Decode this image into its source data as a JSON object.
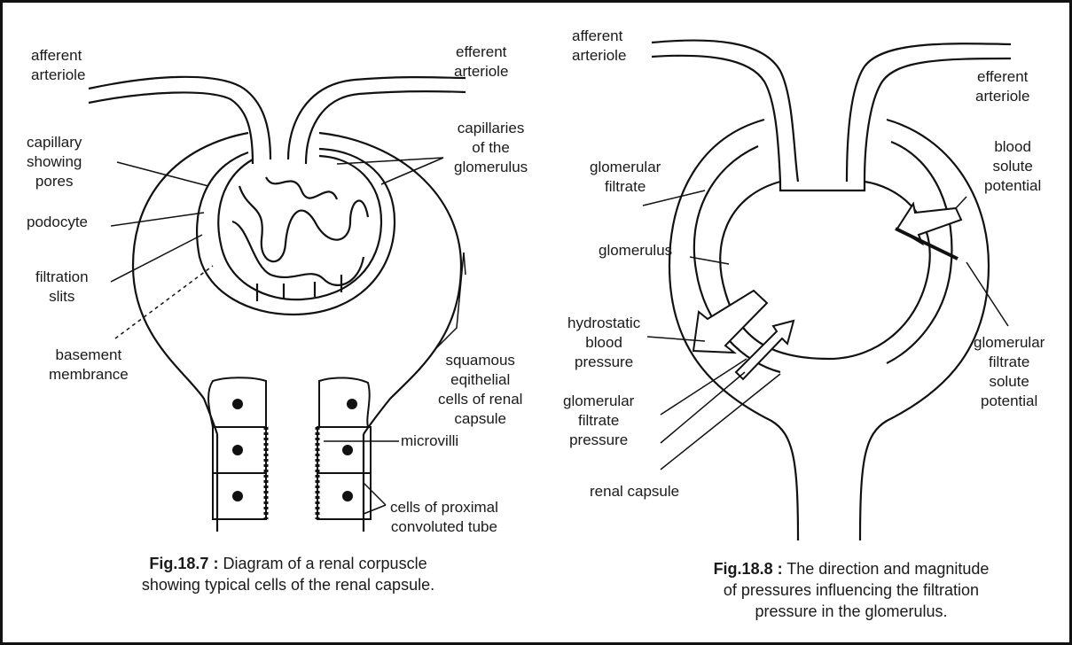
{
  "left_figure": {
    "caption_number": "Fig.18.7 :",
    "caption_line1": "Diagram of a renal corpuscle",
    "caption_line2": "showing typical cells of the renal capsule.",
    "labels": {
      "afferent_1": "afferent",
      "afferent_2": "arteriole",
      "efferent_1": "efferent",
      "efferent_2": "arteriole",
      "capillaries_1": "capillaries",
      "capillaries_2": "of the",
      "capillaries_3": "glomerulus",
      "capillary_pores_1": "capillary",
      "capillary_pores_2": "showing",
      "capillary_pores_3": "pores",
      "podocyte": "podocyte",
      "filtration_1": "filtration",
      "filtration_2": "slits",
      "basement_1": "basement",
      "basement_2": "membrance",
      "squamous_1": "squamous",
      "squamous_2": "eqithelial",
      "squamous_3": "cells of renal",
      "squamous_4": "capsule",
      "microvilli": "microvilli",
      "proximal_1": "cells of proximal",
      "proximal_2": "convoluted tube"
    }
  },
  "right_figure": {
    "caption_number": "Fig.18.8 :",
    "caption_line1": "The direction and magnitude",
    "caption_line2": "of pressures influencing the filtration",
    "caption_line3": "pressure in the glomerulus.",
    "labels": {
      "afferent_1": "afferent",
      "afferent_2": "arteriole",
      "efferent_1": "efferent",
      "efferent_2": "arteriole",
      "filtrate_1": "glomerular",
      "filtrate_2": "filtrate",
      "glomerulus": "glomerulus",
      "blood_solute_1": "blood",
      "blood_solute_2": "solute",
      "blood_solute_3": "potential",
      "hydrostatic_1": "hydrostatic",
      "hydrostatic_2": "blood",
      "hydrostatic_3": "pressure",
      "gf_pressure_1": "glomerular",
      "gf_pressure_2": "filtrate",
      "gf_pressure_3": "pressure",
      "gf_solute_1": "glomerular",
      "gf_solute_2": "filtrate",
      "gf_solute_3": "solute",
      "gf_solute_4": "potential",
      "renal_capsule": "renal capsule"
    }
  }
}
